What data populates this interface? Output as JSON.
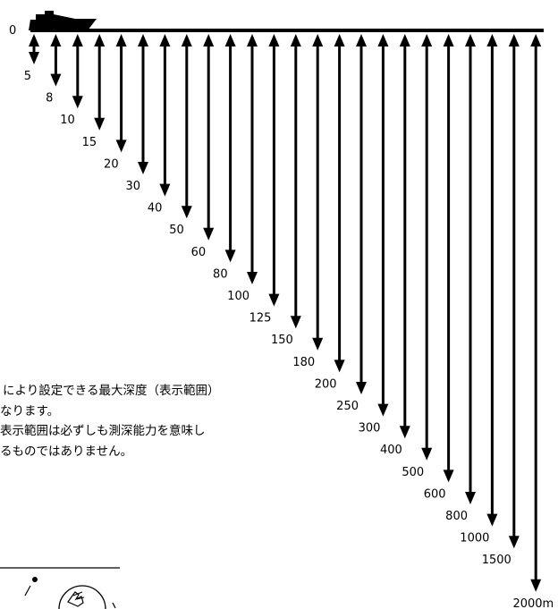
{
  "top_label": "0",
  "depth_ranges": [
    "5",
    "8",
    "10",
    "15",
    "20",
    "30",
    "40",
    "50",
    "60",
    "80",
    "100",
    "125",
    "150",
    "180",
    "200",
    "250",
    "300",
    "400",
    "500",
    "600",
    "800",
    "1000",
    "1500",
    "2000m"
  ],
  "note": {
    "line1": "により設定できる最大深度（表示範囲）",
    "line2": "なります。",
    "line3": "表示範囲は必ずしも測深能力を意味し",
    "line4": "るものではありません。"
  },
  "icons": [
    "boat-icon",
    "stamp-icon"
  ],
  "colors": {
    "ink": "#000000",
    "background": "#ffffff"
  }
}
